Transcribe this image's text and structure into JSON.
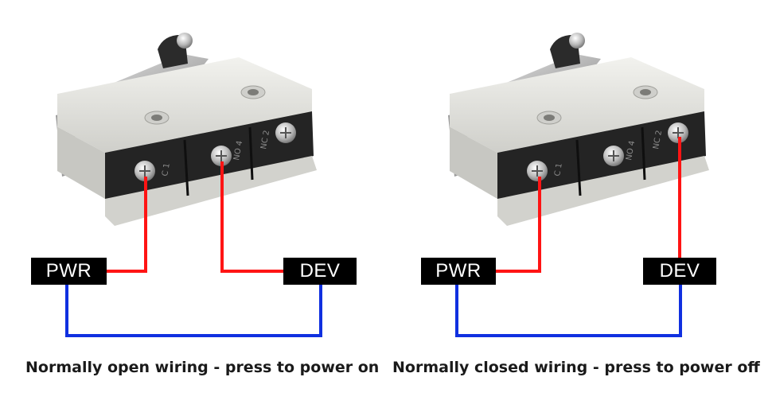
{
  "colors": {
    "power_wire": "#ff1414",
    "return_wire": "#1030e0",
    "label_bg": "#000000",
    "label_text": "#ffffff",
    "switch_body": "#e3e3df",
    "switch_base": "#242424"
  },
  "diagrams": [
    {
      "pwr_label": "PWR",
      "dev_label": "DEV",
      "caption": "Normally open wiring - press to power on",
      "terminals": [
        "C 1",
        "NO 4",
        "NC 2"
      ],
      "dev_terminal": "NO 4"
    },
    {
      "pwr_label": "PWR",
      "dev_label": "DEV",
      "caption": "Normally closed wiring - press to power off",
      "terminals": [
        "C 1",
        "NO 4",
        "NC 2"
      ],
      "dev_terminal": "NC 2"
    }
  ]
}
